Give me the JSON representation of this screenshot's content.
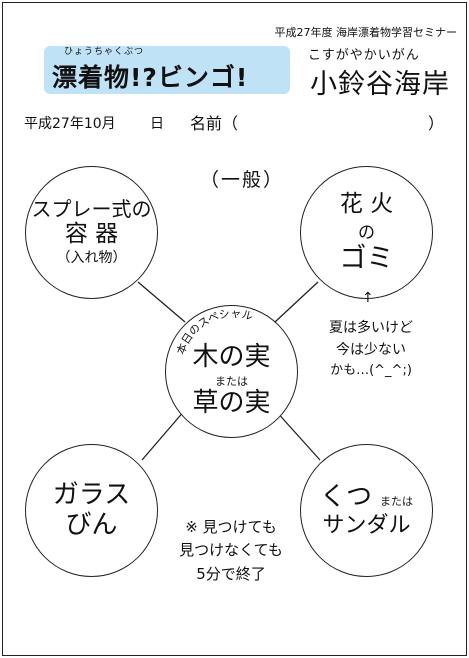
{
  "header": {
    "event": "平成27年度 海岸漂着物学習セミナー"
  },
  "title": {
    "ruby": "ひょうちゃくぶつ",
    "main": "漂着物!?ビンゴ!"
  },
  "location": {
    "ruby": "こすがやかいがん",
    "name": "小鈴谷海岸"
  },
  "form": {
    "date": "平成27年10月",
    "day": "日",
    "name_label": "名前（",
    "name_close": "）"
  },
  "category": "（一般）",
  "cells": {
    "top_left": {
      "line1": "スプレー式の",
      "line2": "容 器",
      "line3": "（入れ物）"
    },
    "top_right": {
      "line1": "花  火",
      "line2": "の",
      "line3": "ゴミ"
    },
    "center": {
      "special": "本日のスペシャル",
      "line1": "木の実",
      "or": "または",
      "line2": "草の実"
    },
    "bottom_left": {
      "line1": "ガラス",
      "line2": "びん"
    },
    "bottom_right": {
      "line1": "くつ",
      "or": "または",
      "line2": "サンダル"
    }
  },
  "notes": {
    "right": {
      "arrow": "↑",
      "line1": "夏は多いけど",
      "line2": "今は少ない",
      "line3": "かも…(^_^;)"
    },
    "bottom": {
      "line1": "※ 見つけても",
      "line2": "見つけなくても",
      "line3": "5分で終了"
    }
  }
}
